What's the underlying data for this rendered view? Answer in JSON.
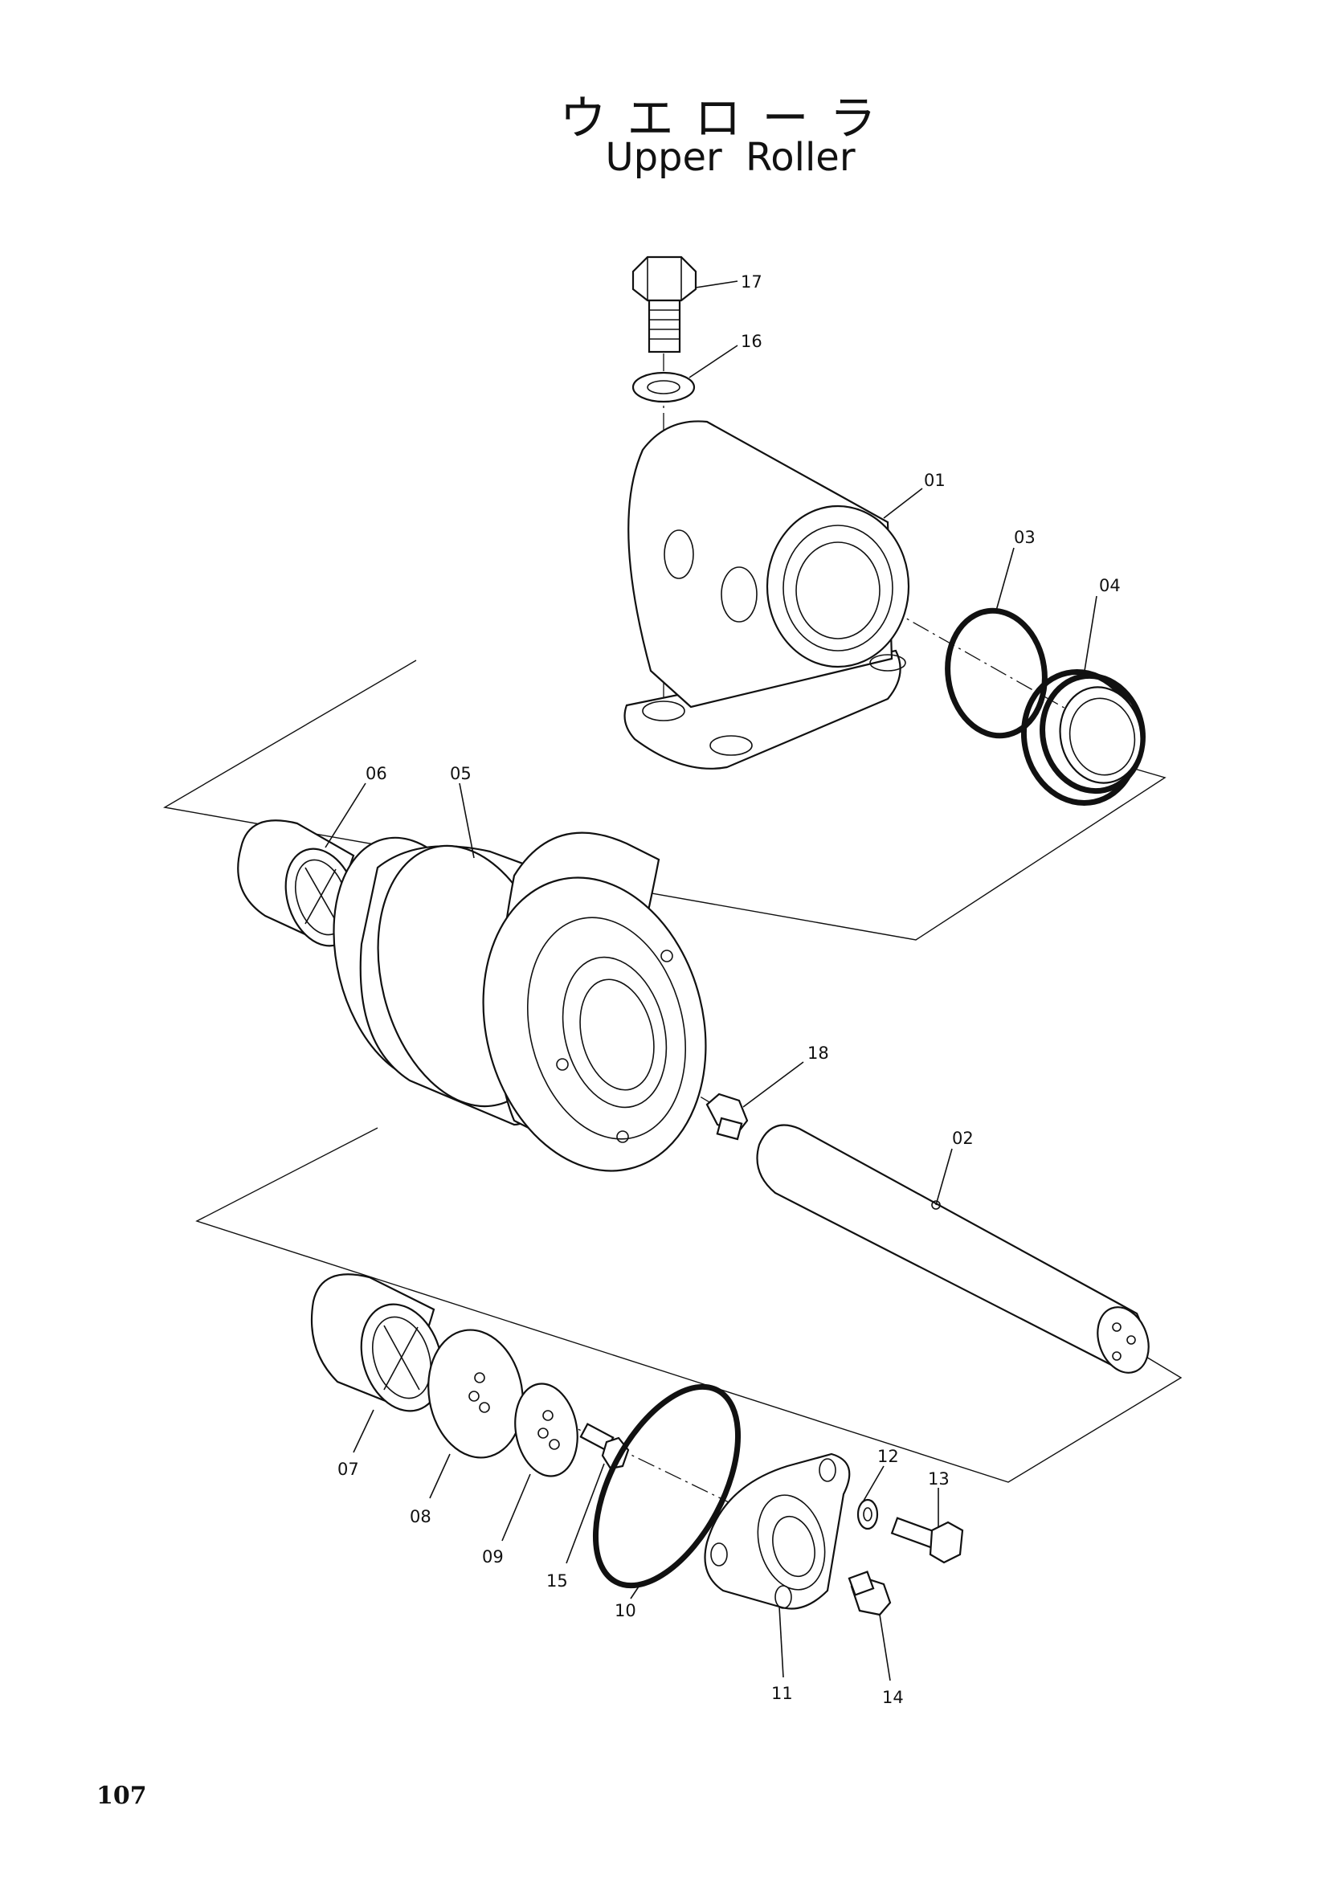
{
  "title": {
    "japanese": "ウエローラ",
    "english": "Upper Roller"
  },
  "page_number": "107",
  "callouts": [
    {
      "id": "part-17",
      "text": "17"
    },
    {
      "id": "part-16",
      "text": "16"
    },
    {
      "id": "part-01",
      "text": "01"
    },
    {
      "id": "part-03",
      "text": "03"
    },
    {
      "id": "part-04",
      "text": "04"
    },
    {
      "id": "part-06",
      "text": "06"
    },
    {
      "id": "part-05",
      "text": "05"
    },
    {
      "id": "part-18",
      "text": "18"
    },
    {
      "id": "part-02",
      "text": "02"
    },
    {
      "id": "part-07",
      "text": "07"
    },
    {
      "id": "part-08",
      "text": "08"
    },
    {
      "id": "part-09",
      "text": "09"
    },
    {
      "id": "part-15",
      "text": "15"
    },
    {
      "id": "part-10",
      "text": "10"
    },
    {
      "id": "part-11",
      "text": "11"
    },
    {
      "id": "part-12",
      "text": "12"
    },
    {
      "id": "part-13",
      "text": "13"
    },
    {
      "id": "part-14",
      "text": "14"
    }
  ]
}
